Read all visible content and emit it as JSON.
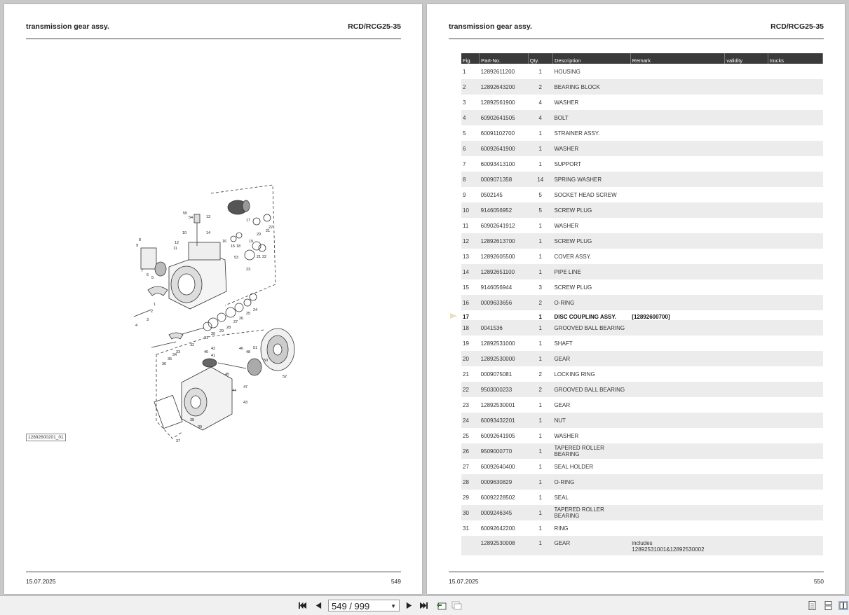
{
  "left_page": {
    "header_title": "transmission gear assy.",
    "header_model": "RCD/RCG25-35",
    "drawing_id": "12892600201_01",
    "footer_date": "15.07.2025",
    "footer_page": "549",
    "callouts": [
      "55",
      "54",
      "13",
      "14",
      "10",
      "8",
      "9",
      "12",
      "11",
      "7",
      "6",
      "5",
      "16",
      "15",
      "18",
      "19",
      "20",
      "21",
      "22",
      "17",
      "53",
      "23",
      "4",
      "3",
      "2",
      "1",
      "24",
      "25",
      "26",
      "27",
      "28",
      "29",
      "30",
      "31",
      "32",
      "33",
      "34",
      "35",
      "36",
      "40",
      "41",
      "42",
      "46",
      "48",
      "50",
      "51",
      "52",
      "45",
      "47",
      "43",
      "44",
      "38",
      "39",
      "37"
    ]
  },
  "right_page": {
    "header_title": "transmission gear assy.",
    "header_model": "RCD/RCG25-35",
    "footer_date": "15.07.2025",
    "footer_page": "550",
    "columns": [
      "Fig.",
      "Part-No.",
      "Qty.",
      "Description",
      "Remark",
      "validity",
      "trucks"
    ],
    "rows": [
      {
        "fig": "1",
        "part": "12892611200",
        "qty": "1",
        "desc": "HOUSING",
        "remark": ""
      },
      {
        "fig": "2",
        "part": "12892643200",
        "qty": "2",
        "desc": "BEARING BLOCK",
        "remark": ""
      },
      {
        "fig": "3",
        "part": "12892561900",
        "qty": "4",
        "desc": "WASHER",
        "remark": ""
      },
      {
        "fig": "4",
        "part": "60902641505",
        "qty": "4",
        "desc": "BOLT",
        "remark": ""
      },
      {
        "fig": "5",
        "part": "60091102700",
        "qty": "1",
        "desc": "STRAINER ASSY.",
        "remark": ""
      },
      {
        "fig": "6",
        "part": "60092641900",
        "qty": "1",
        "desc": "WASHER",
        "remark": ""
      },
      {
        "fig": "7",
        "part": "60093413100",
        "qty": "1",
        "desc": "SUPPORT",
        "remark": ""
      },
      {
        "fig": "8",
        "part": "0009071358",
        "qty": "14",
        "desc": "SPRING WASHER",
        "remark": ""
      },
      {
        "fig": "9",
        "part": "0502145",
        "qty": "5",
        "desc": "SOCKET HEAD SCREW",
        "remark": ""
      },
      {
        "fig": "10",
        "part": "9146056952",
        "qty": "5",
        "desc": "SCREW PLUG",
        "remark": ""
      },
      {
        "fig": "11",
        "part": "60902641912",
        "qty": "1",
        "desc": "WASHER",
        "remark": ""
      },
      {
        "fig": "12",
        "part": "12892613700",
        "qty": "1",
        "desc": "SCREW PLUG",
        "remark": ""
      },
      {
        "fig": "13",
        "part": "12892605500",
        "qty": "1",
        "desc": "COVER ASSY.",
        "remark": ""
      },
      {
        "fig": "14",
        "part": "12892651100",
        "qty": "1",
        "desc": "PIPE LINE",
        "remark": ""
      },
      {
        "fig": "15",
        "part": "9146056944",
        "qty": "3",
        "desc": "SCREW PLUG",
        "remark": ""
      },
      {
        "fig": "16",
        "part": "0009633656",
        "qty": "2",
        "desc": "O-RING",
        "remark": ""
      },
      {
        "fig": "17",
        "part": "",
        "qty": "1",
        "desc": "DISC COUPLING ASSY.",
        "remark": "[12892600700]",
        "bold": true
      },
      {
        "fig": "18",
        "part": "0041536",
        "qty": "1",
        "desc": "GROOVED BALL BEARING",
        "remark": ""
      },
      {
        "fig": "19",
        "part": "12892531000",
        "qty": "1",
        "desc": "SHAFT",
        "remark": ""
      },
      {
        "fig": "20",
        "part": "12892530000",
        "qty": "1",
        "desc": "GEAR",
        "remark": ""
      },
      {
        "fig": "21",
        "part": "0009075081",
        "qty": "2",
        "desc": "LOCKING RING",
        "remark": ""
      },
      {
        "fig": "22",
        "part": "9503000233",
        "qty": "2",
        "desc": "GROOVED BALL BEARING",
        "remark": ""
      },
      {
        "fig": "23",
        "part": "12892530001",
        "qty": "1",
        "desc": "GEAR",
        "remark": ""
      },
      {
        "fig": "24",
        "part": "60093432201",
        "qty": "1",
        "desc": "NUT",
        "remark": ""
      },
      {
        "fig": "25",
        "part": "60092641905",
        "qty": "1",
        "desc": "WASHER",
        "remark": ""
      },
      {
        "fig": "26",
        "part": "9509000770",
        "qty": "1",
        "desc": "TAPERED ROLLER BEARING",
        "remark": ""
      },
      {
        "fig": "27",
        "part": "60092640400",
        "qty": "1",
        "desc": "SEAL HOLDER",
        "remark": ""
      },
      {
        "fig": "28",
        "part": "0009630829",
        "qty": "1",
        "desc": "O-RING",
        "remark": ""
      },
      {
        "fig": "29",
        "part": "60092228502",
        "qty": "1",
        "desc": "SEAL",
        "remark": ""
      },
      {
        "fig": "30",
        "part": "0009246345",
        "qty": "1",
        "desc": "TAPERED ROLLER BEARING",
        "remark": ""
      },
      {
        "fig": "31",
        "part": "60092642200",
        "qty": "1",
        "desc": "RING",
        "remark": ""
      },
      {
        "fig": "",
        "part": "12892530008",
        "qty": "1",
        "desc": "GEAR",
        "remark": "includes 12892531001&12892530002"
      }
    ]
  },
  "toolbar": {
    "page_indicator": "549 / 999",
    "first_icon": "first-page-icon",
    "prev_icon": "previous-page-icon",
    "next_icon": "next-page-icon",
    "last_icon": "last-page-icon"
  }
}
